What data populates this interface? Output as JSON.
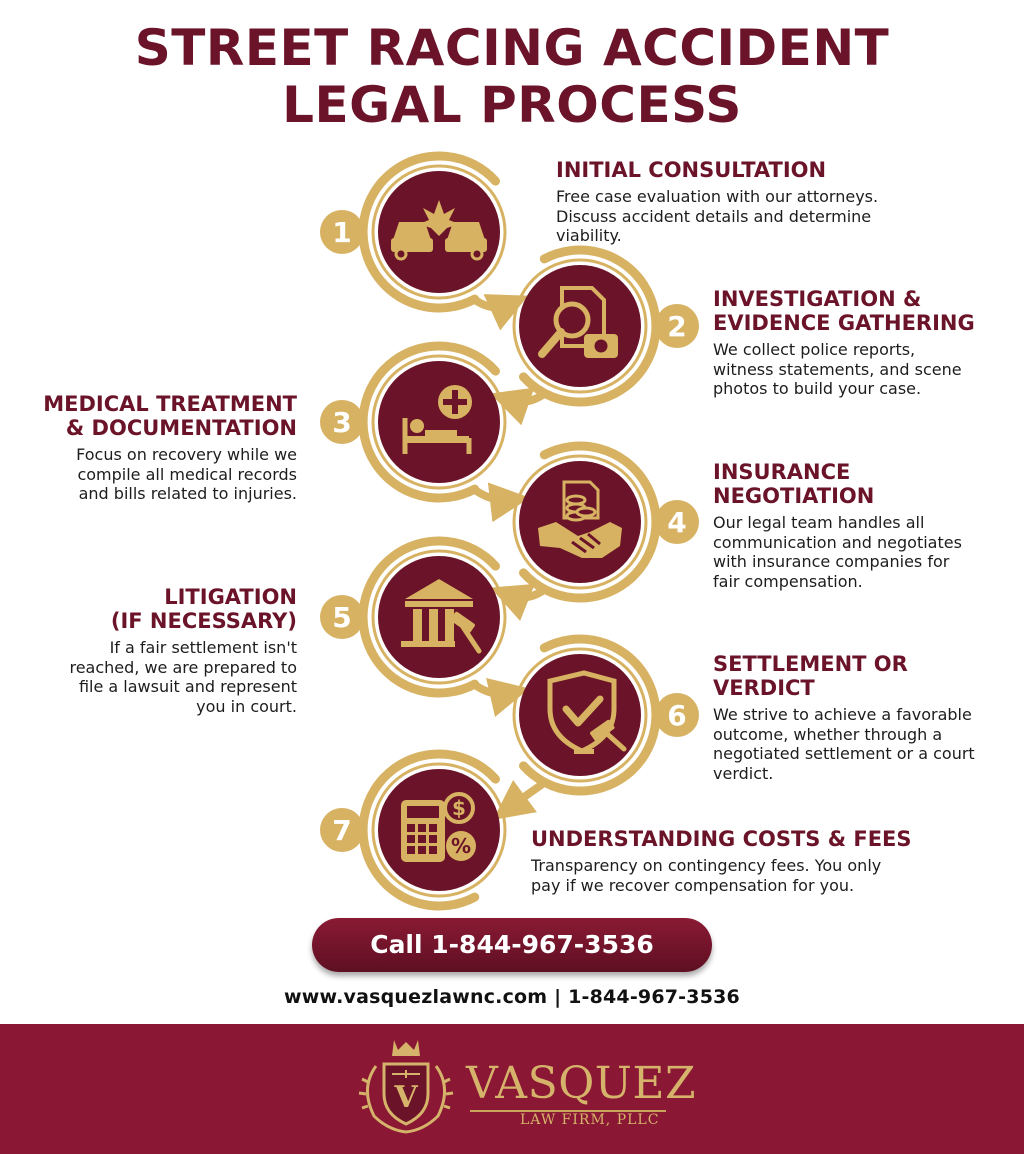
{
  "title": {
    "line1": "STREET RACING ACCIDENT",
    "line2": "LEGAL PROCESS"
  },
  "colors": {
    "maroon": "#6b1328",
    "gold": "#d7b262",
    "footer": "#8a1734"
  },
  "steps": [
    {
      "number": "1",
      "icon": "car-collision-icon",
      "heading": [
        "INITIAL CONSULTATION"
      ],
      "desc": [
        "Free case evaluation with our attorneys.",
        "Discuss accident details and determine",
        "viability."
      ]
    },
    {
      "number": "2",
      "icon": "magnifier-document-camera-icon",
      "heading": [
        "INVESTIGATION &",
        "EVIDENCE GATHERING"
      ],
      "desc": [
        "We collect police reports,",
        "witness statements, and scene",
        "photos to build your case."
      ]
    },
    {
      "number": "3",
      "icon": "hospital-bed-icon",
      "heading": [
        "MEDICAL TREATMENT",
        "& DOCUMENTATION"
      ],
      "desc": [
        "Focus on recovery while we",
        "compile all medical records",
        "and bills related to injuries."
      ]
    },
    {
      "number": "4",
      "icon": "handshake-coins-icon",
      "heading": [
        "INSURANCE",
        "NEGOTIATION"
      ],
      "desc": [
        "Our legal team handles all",
        "communication and negotiates",
        "with insurance companies for",
        "fair compensation."
      ]
    },
    {
      "number": "5",
      "icon": "courthouse-gavel-icon",
      "heading": [
        "LITIGATION",
        "(IF NECESSARY)"
      ],
      "desc": [
        "If a fair settlement isn't",
        "reached, we are prepared to",
        "file a lawsuit and represent",
        "you in court."
      ]
    },
    {
      "number": "6",
      "icon": "shield-check-gavel-icon",
      "heading": [
        "SETTLEMENT OR",
        "VERDICT"
      ],
      "desc": [
        "We strive to achieve a favorable",
        "outcome, whether through a",
        "negotiated settlement or a court",
        "verdict."
      ]
    },
    {
      "number": "7",
      "icon": "calculator-dollar-percent-icon",
      "heading": [
        "UNDERSTANDING COSTS & FEES"
      ],
      "desc": [
        "Transparency on contingency fees. You only",
        "pay if we recover compensation for you."
      ]
    }
  ],
  "cta": {
    "label": "Call 1-844-967-3536"
  },
  "contact": {
    "line": "www.vasquezlawnc.com | 1-844-967-3536"
  },
  "logo": {
    "name": "VASQUEZ",
    "sub": "LAW FIRM, PLLC",
    "emblem_letter": "V"
  }
}
